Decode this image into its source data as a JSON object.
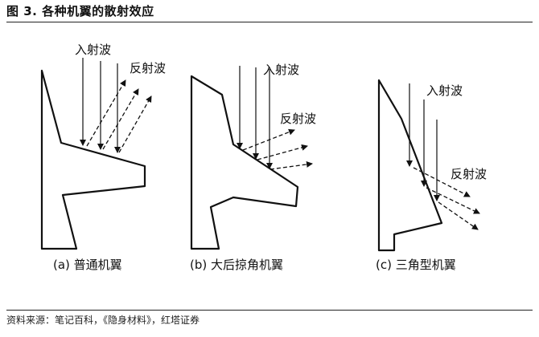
{
  "figure": {
    "title": "图 3. 各种机翼的散射效应",
    "source": "资料来源：笔记百科，《隐身材料》，红塔证券"
  },
  "panels": [
    {
      "id": "a",
      "label": "(a)  普通机翼",
      "incident": "入射波",
      "reflected": "反射波"
    },
    {
      "id": "b",
      "label": "(b)  大后掠角机翼",
      "incident": "入射波",
      "reflected": "反射波"
    },
    {
      "id": "c",
      "label": "(c)  三角型机翼",
      "incident": "入射波",
      "reflected": "反射波"
    }
  ]
}
